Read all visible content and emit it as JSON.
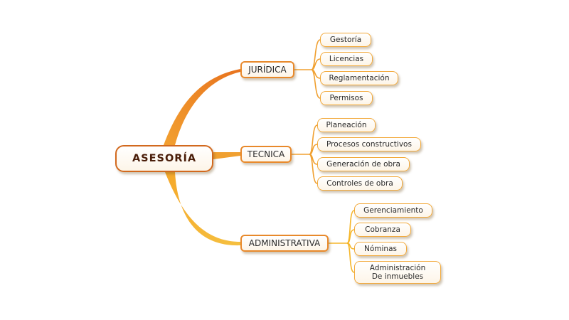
{
  "map": {
    "root": "ASESORÍA",
    "branches": [
      {
        "label": "JURÍDICA",
        "children": [
          "Gestoría",
          "Licencias",
          "Reglamentación",
          "Permisos"
        ]
      },
      {
        "label": "TECNICA",
        "children": [
          "Planeación",
          "Procesos constructivos",
          "Generación de obra",
          "Controles de obra"
        ]
      },
      {
        "label": "ADMINISTRATIVA",
        "children": [
          "Gerenciamiento",
          "Cobranza",
          "Nóminas",
          "Administración\nDe inmuebles"
        ]
      }
    ]
  },
  "colors": {
    "root_border": "#d2691e",
    "branch_1": "#e8731e",
    "branch_2": "#f0a030",
    "branch_3": "#f5b62a",
    "leaf_border": "#f2a93a"
  }
}
